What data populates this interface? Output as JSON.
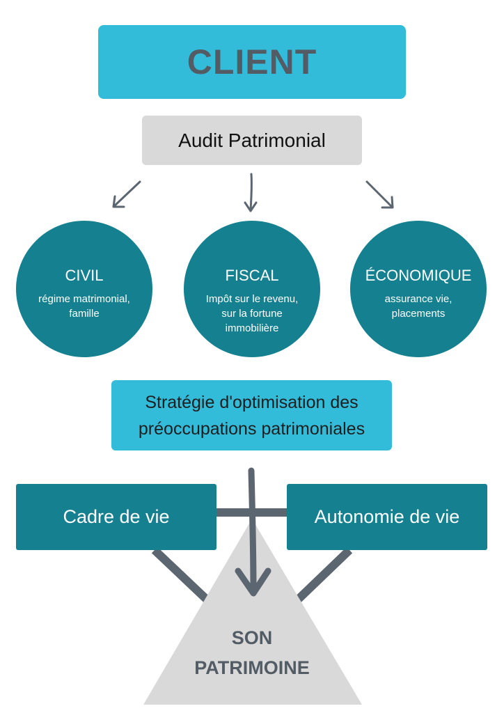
{
  "client": {
    "label": "CLIENT"
  },
  "audit": {
    "label": "Audit Patrimonial"
  },
  "circles": [
    {
      "title": "CIVIL",
      "subtitle_lines": [
        "régime matrimonial,",
        "famille"
      ]
    },
    {
      "title": "FISCAL",
      "subtitle_lines": [
        "Impôt sur le revenu,",
        "sur la fortune",
        "immobilière"
      ]
    },
    {
      "title": "ÉCONOMIQUE",
      "subtitle_lines": [
        "assurance vie,",
        "placements"
      ]
    }
  ],
  "strategy": {
    "lines": [
      "Stratégie d'optimisation des",
      "préoccupations patrimoniales"
    ]
  },
  "left_box": {
    "label": "Cadre de vie"
  },
  "right_box": {
    "label": "Autonomie de vie"
  },
  "patrimoine": {
    "lines": [
      "SON",
      "PATRIMOINE"
    ]
  },
  "colors": {
    "cyan": "#33bcd9",
    "teal": "#15808f",
    "grey_box": "#d9d9d9",
    "dark_grey": "#535c65",
    "connector": "#5c6670"
  }
}
